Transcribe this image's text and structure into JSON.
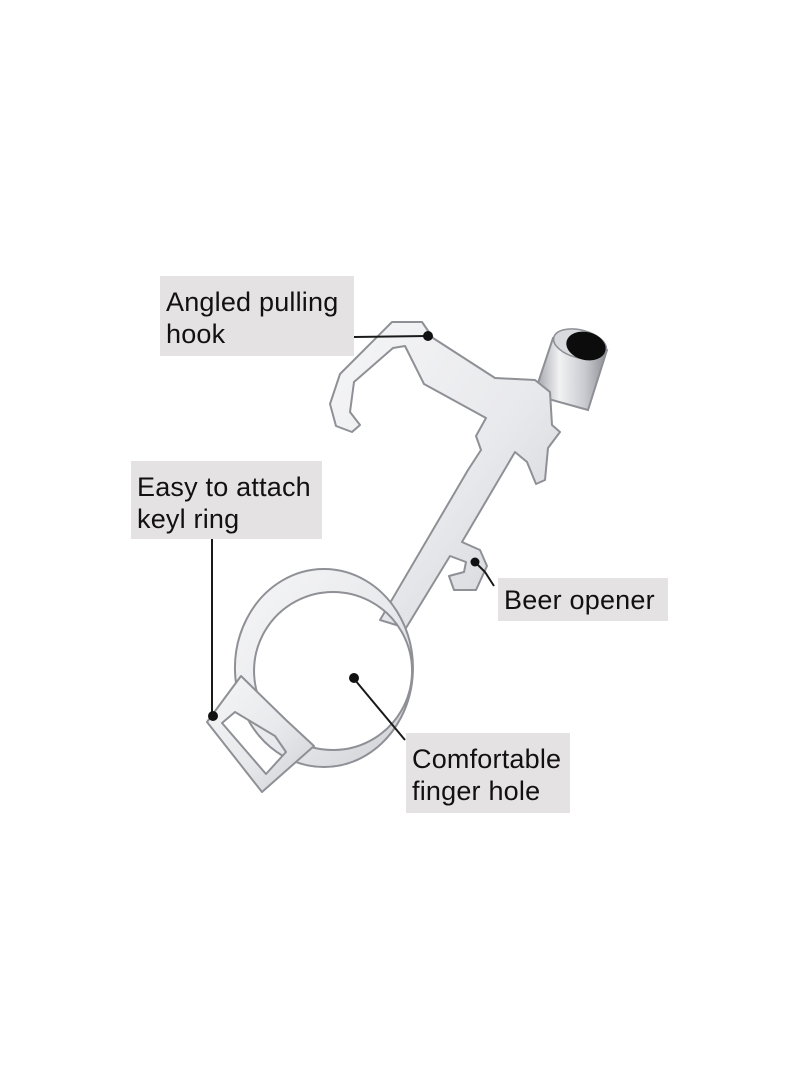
{
  "diagram": {
    "subject": "keychain-multi-tool",
    "colors": {
      "background": "#ffffff",
      "label_background": "#e4e2e3",
      "label_text": "#111111",
      "metal_light": "#f4f4f6",
      "metal_mid": "#d2d3d7",
      "metal_edge": "#8e9096",
      "stylus_tip": "#0c0c0c",
      "leader_line": "#1a1a1a"
    },
    "callouts": [
      {
        "id": "hook",
        "lines": [
          "Angled pulling",
          "hook"
        ]
      },
      {
        "id": "ring",
        "lines": [
          "Easy to attach",
          "keyl ring"
        ]
      },
      {
        "id": "beer",
        "lines": [
          "Beer opener"
        ]
      },
      {
        "id": "finger",
        "lines": [
          "Comfortable",
          "finger hole"
        ]
      }
    ]
  }
}
